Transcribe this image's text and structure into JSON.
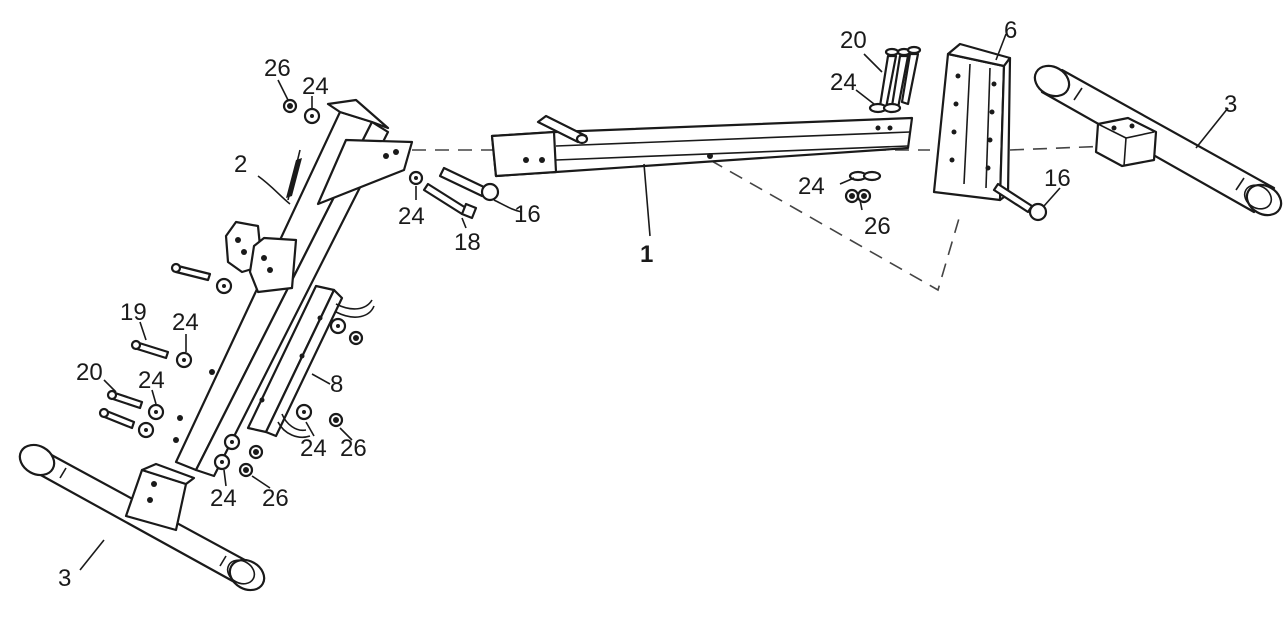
{
  "diagram": {
    "parts": {
      "main_frame": "1",
      "front_upright": "2",
      "stabilizer": "3",
      "rear_bracket": "6",
      "seat_bracket": "8"
    },
    "hardware": {
      "carriage_bolt": "16",
      "bolt_short": "18",
      "bolt_19": "19",
      "bolt_20": "20",
      "washer": "24",
      "nut": "26"
    }
  }
}
